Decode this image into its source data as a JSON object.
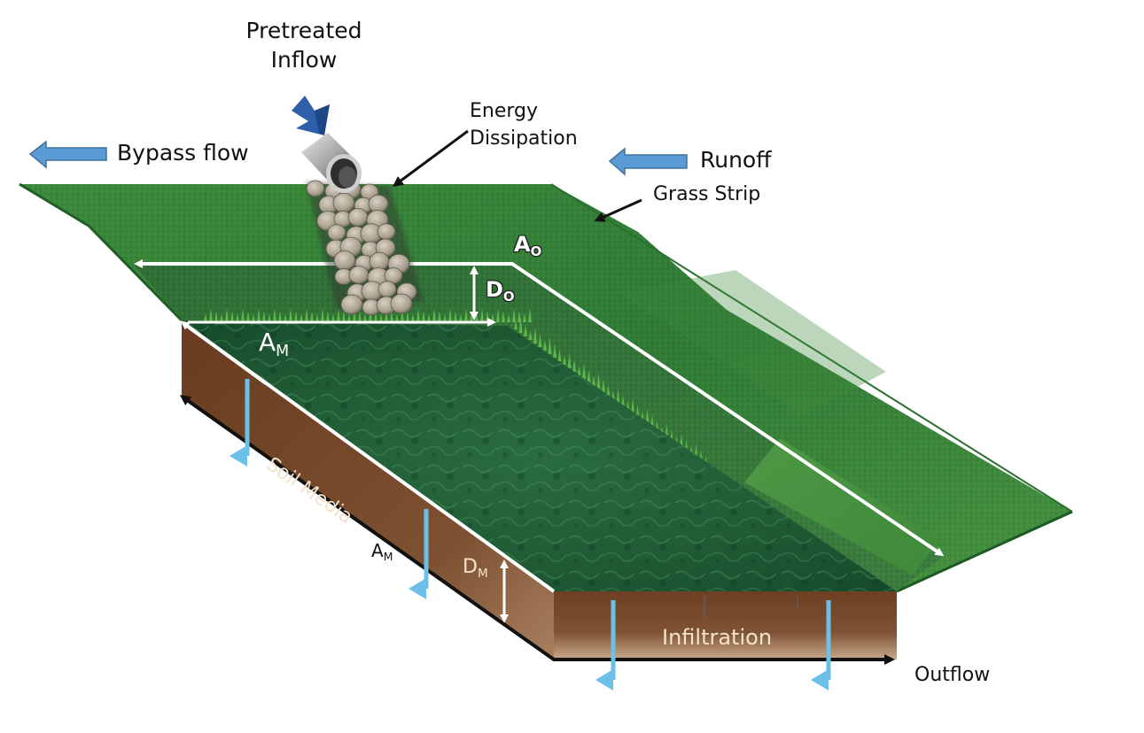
{
  "diagram": {
    "title_labels": {
      "pretreated_inflow": [
        "Pretreated",
        "Inflow"
      ],
      "energy_dissipation": [
        "Energy",
        "Dissipation"
      ],
      "bypass_flow": "Bypass flow",
      "runoff": "Runoff",
      "grass_strip": "Grass Strip",
      "soil_media": "Soil Media",
      "infiltration": "Infiltration",
      "outflow": "Outflow"
    },
    "dimension_labels": {
      "area_overflow": {
        "main": "A",
        "sub": "O"
      },
      "depth_overflow": {
        "main": "D",
        "sub": "O"
      },
      "area_media_top": {
        "main": "A",
        "sub": "M"
      },
      "area_media_side": {
        "main": "A",
        "sub": "M"
      },
      "depth_media": {
        "main": "D",
        "sub": "M"
      }
    },
    "colors": {
      "flow_arrow_blue": "#5b9bd5",
      "inflow_arrow_blue": "#2e5fa8",
      "infiltration_arrow": "#6cc0e8",
      "grass_green": "#3f8a3c",
      "media_green": "#1f5a34",
      "soil_brown": "#7a4a2a"
    }
  }
}
